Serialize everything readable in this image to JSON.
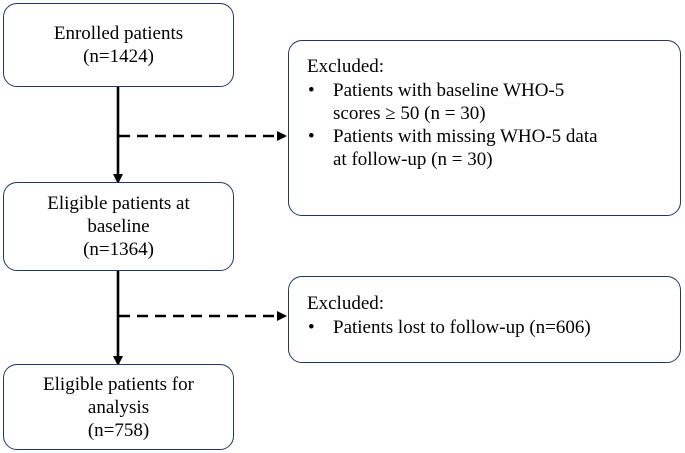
{
  "boxes": {
    "enrolled": {
      "line1": "Enrolled patients",
      "line2": "(n=1424)"
    },
    "baseline": {
      "line1": "Eligible patients at",
      "line2": "baseline",
      "line3": "(n=1364)"
    },
    "analysis": {
      "line1": "Eligible patients for",
      "line2": "analysis",
      "line3": "(n=758)"
    }
  },
  "exclusions": [
    {
      "title": "Excluded:",
      "items": [
        {
          "line1": "Patients with baseline WHO-5",
          "line2": "scores ≥ 50 (n = 30)"
        },
        {
          "line1": "Patients with missing WHO-5 data",
          "line2": "at follow-up (n = 30)"
        }
      ]
    },
    {
      "title": "Excluded:",
      "items": [
        {
          "line1": "Patients lost to follow-up (n=606)"
        }
      ]
    }
  ],
  "bullet_glyph": "•",
  "colors": {
    "box_border": "#1f3864",
    "arrow": "#000000"
  }
}
